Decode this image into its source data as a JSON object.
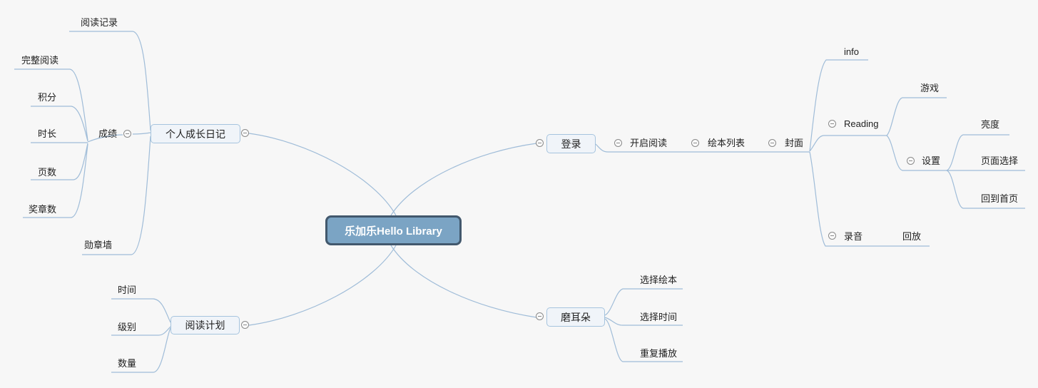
{
  "colors": {
    "canvas-bg": "#f7f7f7",
    "line": "#9fbcd8",
    "root-fill": "#7ba4c4",
    "root-border": "#42586d",
    "root-text": "#ffffff",
    "topic-fill": "#f0f4f9",
    "topic-border": "#a6c4de",
    "text": "#1f1f1f",
    "collapse-stroke": "#8a8a8a",
    "collapse-fill": "#fbfbfb"
  },
  "map": {
    "root": {
      "label": "乐加乐Hello Library"
    },
    "branches": [
      {
        "label": "个人成长日记",
        "children": [
          {
            "label": "阅读记录"
          },
          {
            "label": "成绩",
            "children": [
              {
                "label": "完整阅读"
              },
              {
                "label": "积分"
              },
              {
                "label": "时长"
              },
              {
                "label": "页数"
              },
              {
                "label": "奖章数"
              }
            ]
          },
          {
            "label": "勋章墙"
          }
        ]
      },
      {
        "label": "登录",
        "children": [
          {
            "label": "开启阅读",
            "children": [
              {
                "label": "绘本列表",
                "children": [
                  {
                    "label": "封面",
                    "children": [
                      {
                        "label": "info"
                      },
                      {
                        "label": "Reading",
                        "children": [
                          {
                            "label": "游戏"
                          },
                          {
                            "label": "设置",
                            "children": [
                              {
                                "label": "亮度"
                              },
                              {
                                "label": "页面选择"
                              },
                              {
                                "label": "回到首页"
                              }
                            ]
                          }
                        ]
                      },
                      {
                        "label": "录音",
                        "children": [
                          {
                            "label": "回放"
                          }
                        ]
                      }
                    ]
                  }
                ]
              }
            ]
          }
        ]
      },
      {
        "label": "磨耳朵",
        "children": [
          {
            "label": "选择绘本"
          },
          {
            "label": "选择时间"
          },
          {
            "label": "重复播放"
          }
        ]
      },
      {
        "label": "阅读计划",
        "children": [
          {
            "label": "时间"
          },
          {
            "label": "级别"
          },
          {
            "label": "数量"
          }
        ]
      }
    ]
  }
}
